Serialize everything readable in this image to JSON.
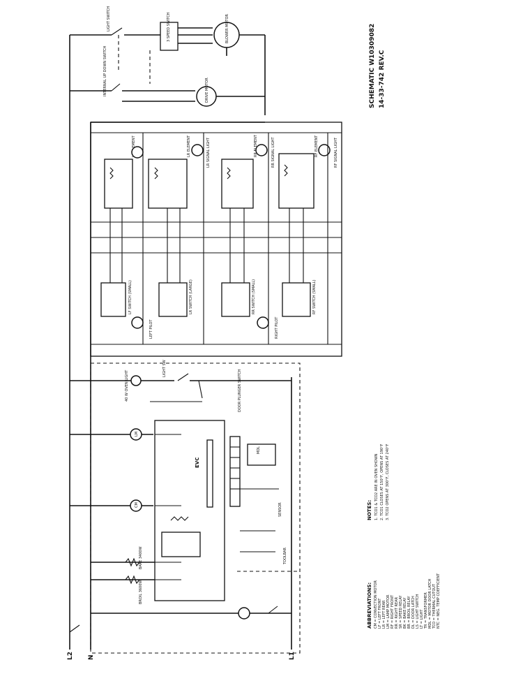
{
  "schematic": {
    "title": "SCHEMATIC W10309082",
    "part": "14-33-742 REV.C"
  },
  "lines": {
    "l2": "L2",
    "n": "N",
    "l1": "L1"
  },
  "components": {
    "light_switch": "LIGHT SWITCH",
    "fan_switch": "3 SPEED SWITCH",
    "blower_motor": "BLOWER MOTOR",
    "interlock": "INTERNAL UP DOWN SWITCH",
    "drive_motor": "DRIVE MOTOR",
    "lf_element": "LF ELEMENT",
    "lr_element": "LR ELEMENT",
    "rr_element": "RR ELEMENT",
    "rf_element": "RF ELEMENT",
    "lr_signal_light": "LR SIGNAL LIGHT",
    "rr_signal_light": "RR SIGNAL LIGHT",
    "rf_signal_light": "RF SIGNAL LIGHT",
    "lf_switch": "LF SWITCH (SMALL)",
    "lr_switch": "LR SWITCH (LARGE)",
    "rr_switch": "RR SWITCH (SMALL)",
    "rf_switch": "RF SWITCH (SMALL)",
    "left_pilot": "LEFT PILOT",
    "right_pilot": "RIGHT PILOT",
    "oven_light_switch": "LIGHT SW",
    "oven_light": "40 W OVEN LIGHT",
    "door_plunger": "DOOR PLUNGER SWITCH",
    "evc": "EVC",
    "sensor": "SENSOR",
    "bake_element": "BAKE 3400W",
    "broil_element": "BROIL 3600W",
    "fan": "TOOLBAR",
    "mdl": "MDL"
  },
  "abbreviations": {
    "heading": "ABBREVIATIONS:",
    "items": [
      "CM = CONVECTION MOTOR",
      "LF = LEFT FRONT",
      "LR = LEFT REAR",
      "LM = LAMP MOTOR",
      "RF = RIGHT FRONT",
      "RR = RIGHT REAR",
      "SR = SPEED RELAY",
      "BK = BAKE RELAY",
      "BR = BROIL RELAY",
      "DL = DOOR LATCH",
      "LS = LIGHT SWITCH",
      "LT = LIGHT",
      "TR = TRANSFORMER",
      "MDL = MOTOR DOOR LATCH",
      "TCO = THERMAL CUTOUT",
      "NTC = NEG. TEMP COEFFICIENT"
    ]
  },
  "notes": {
    "heading": "NOTES:",
    "items": [
      "1. TCO1 & TCO2 ARE IN OVEN SHOWN",
      "2. TCO1 CLOSES AT 150°F, OPENS AT 190°F",
      "3. TCO2 OPENS AT 300°F, CLOSES AT 240°F"
    ]
  }
}
